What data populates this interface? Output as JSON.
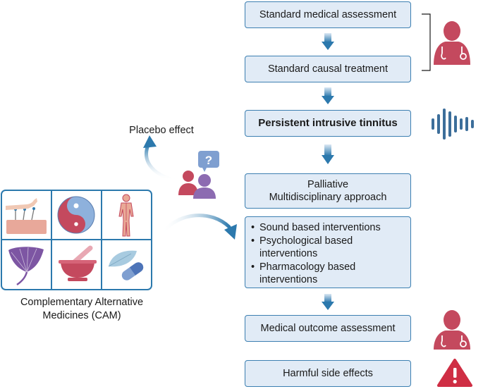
{
  "flow": {
    "step1": "Standard medical assessment",
    "step2": "Standard causal treatment",
    "step3": "Persistent intrusive tinnitus",
    "step4_line1": "Palliative",
    "step4_line2": "Multidisciplinary approach",
    "step5_items": [
      "Sound based interventions",
      "Psychological based interventions",
      "Pharmacology based interventions"
    ],
    "step6": "Medical outcome assessment",
    "step7": "Harmful side effects"
  },
  "cam": {
    "caption_line1": "Complementary Alternative",
    "caption_line2": "Medicines (CAM)",
    "tile_icons": [
      "acupuncture-icon",
      "yin-yang-icon",
      "human-body-icon",
      "ginkgo-leaf-icon",
      "mortar-pestle-icon",
      "leaf-and-pill-icon"
    ]
  },
  "placebo_label": "Placebo effect",
  "question_mark": "?",
  "warning_mark": "!",
  "colors": {
    "box_fill": "#e1ebf6",
    "box_border": "#3c7fb1",
    "arrow_blue": "#2c79ad",
    "doctor": "#c4495e",
    "warning": "#cf2e44",
    "people_red": "#c4495e",
    "people_purple": "#8c6bb1",
    "bubble": "#7f9fd0"
  }
}
